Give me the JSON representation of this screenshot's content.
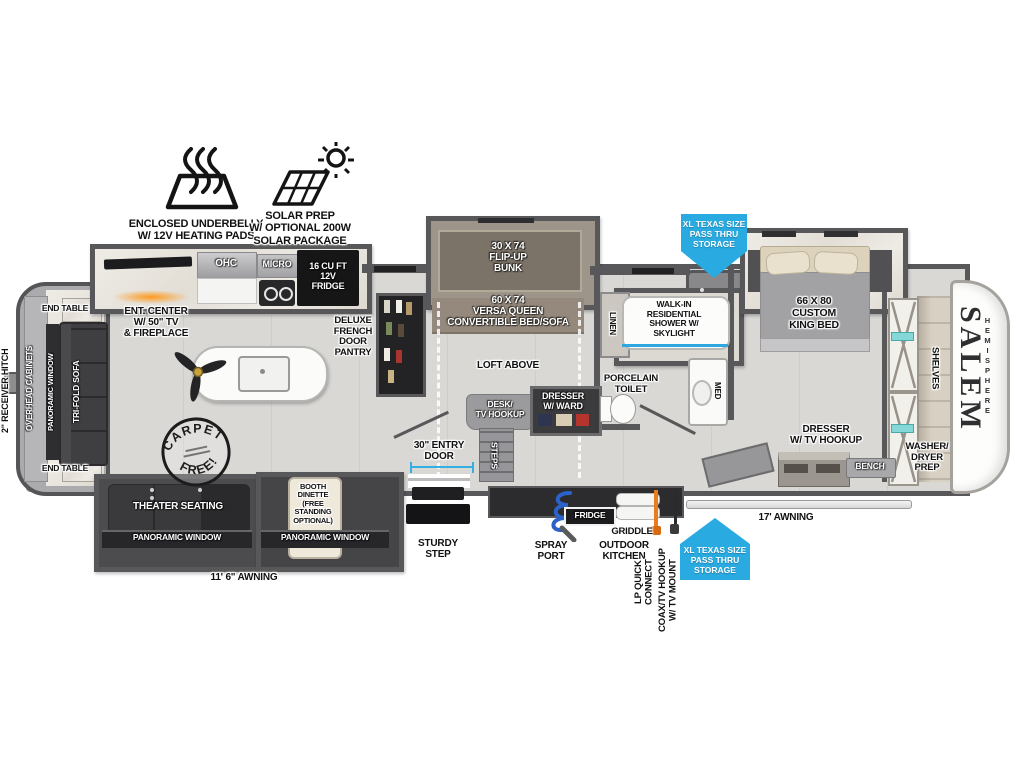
{
  "features": {
    "underbelly": "ENCLOSED UNDERBELLY\nW/ 12V HEATING PADS",
    "solar": "SOLAR PREP\nW/ OPTIONAL 200W\nSOLAR PACKAGE"
  },
  "callouts": {
    "pass_thru": "XL TEXAS SIZE\nPASS THRU\nSTORAGE"
  },
  "exterior": {
    "hitch": "2\" RECEIVER HITCH",
    "entry_door": "30\" ENTRY\nDOOR",
    "sturdy_step": "STURDY\nSTEP",
    "spray_port": "SPRAY\nPORT",
    "outdoor_kitchen": "OUTDOOR\nKITCHEN",
    "outdoor_fridge": "FRIDGE",
    "griddle": "GRIDDLE",
    "lp_quick_connect": "LP QUICK\nCONNECT",
    "coax": "COAX/TV HOOKUP\nW/ TV MOUNT",
    "awning_front": "17' AWNING",
    "awning_rear": "11' 6\" AWNING"
  },
  "living": {
    "end_table": "END TABLE",
    "overhead_cabinets": "OVERHEAD CABINETS",
    "panoramic_window": "PANORAMIC WINDOW",
    "tri_fold_sofa": "TRI-FOLD SOFA",
    "ent_center": "ENT. CENTER\nW/ 50\" TV\n& FIREPLACE",
    "theater_seating": "THEATER SEATING",
    "booth_dinette": "BOOTH\nDINETTE\n(FREE\nSTANDING\nOPTIONAL)",
    "carpet_free_top": "CARPET",
    "carpet_free_bottom": "FREE!"
  },
  "kitchen": {
    "ohc": "OHC",
    "micro": "MICRO",
    "fridge": "16 CU FT\n12V\nFRIDGE",
    "pantry": "DELUXE\nFRENCH\nDOOR\nPANTRY"
  },
  "bunk_room": {
    "flip_up_bunk": "30 X 74\nFLIP-UP\nBUNK",
    "versa_queen": "60 X 74\nVERSA QUEEN\nCONVERTIBLE BED/SOFA",
    "loft": "LOFT ABOVE",
    "desk": "DESK/\nTV HOOKUP",
    "dresser_ward": "DRESSER\nW/ WARD",
    "steps": "STEPS"
  },
  "bathroom": {
    "linen": "LINEN",
    "shower": "WALK-IN\nRESIDENTIAL\nSHOWER W/\nSKYLIGHT",
    "toilet": "PORCELAIN\nTOILET",
    "med": "MED"
  },
  "bedroom": {
    "king_bed": "66 X 80\nCUSTOM\nKING BED",
    "dresser": "DRESSER\nW/ TV HOOKUP",
    "bench": "BENCH",
    "shelves": "SHELVES",
    "washer_dryer": "WASHER/\nDRYER\nPREP"
  },
  "brand": {
    "name": "SALEM",
    "sub": "HEMISPHERE"
  },
  "colors": {
    "callout_blue": "#29abe2",
    "wall_gray": "#58585a",
    "lp_orange": "#e87c1e"
  }
}
